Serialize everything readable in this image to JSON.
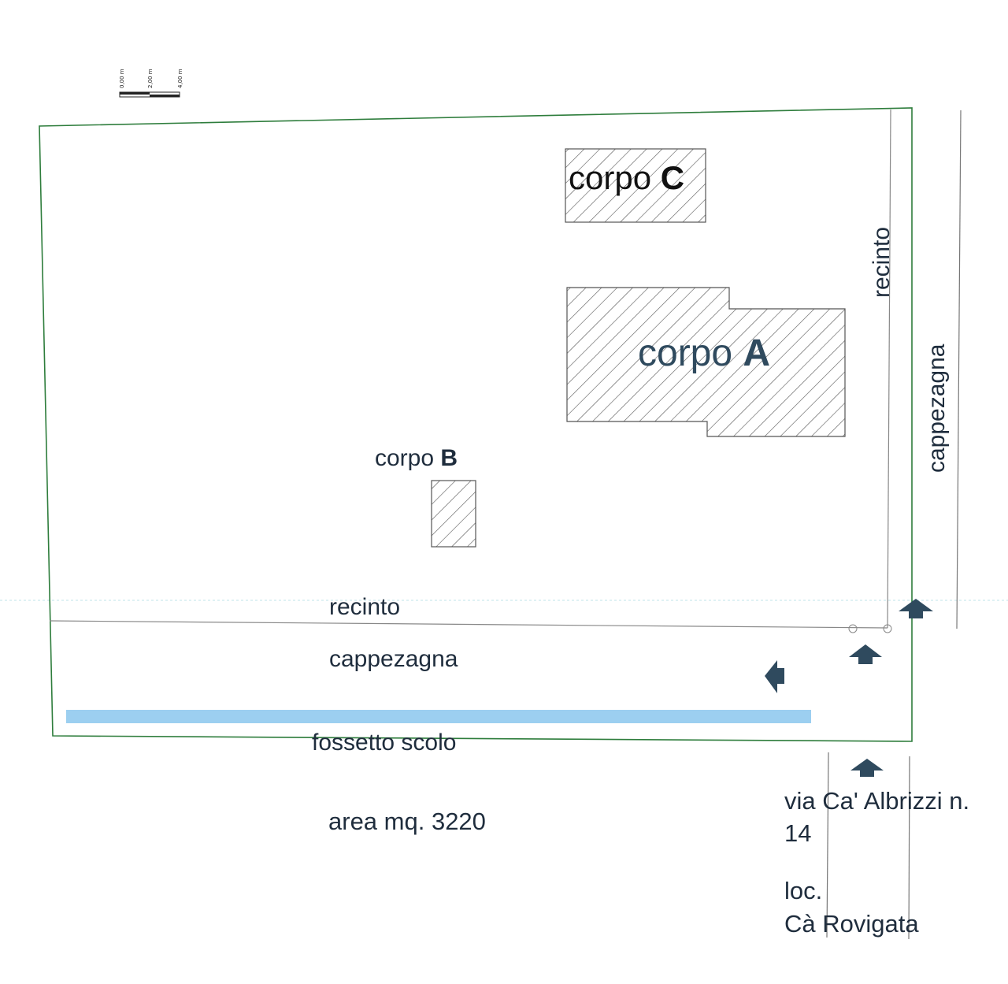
{
  "scale_bar": {
    "ticks": [
      "0,00 m",
      "2,00 m",
      "4,00 m"
    ]
  },
  "buildings": {
    "corpo_a": {
      "word": "corpo",
      "letter": "A"
    },
    "corpo_b": {
      "word": "corpo",
      "letter": "B"
    },
    "corpo_c": {
      "word": "corpo",
      "letter": "C"
    }
  },
  "labels": {
    "recinto_vertical": "recinto",
    "cappezagna_vertical": "cappezagna",
    "recinto_horizontal": "recinto",
    "cappezagna_horizontal": "cappezagna",
    "fossetto": "fossetto scolo",
    "area": "area mq. 3220",
    "address_line1": "via Ca' Albrizzi n.",
    "address_line2": "14",
    "locality_line1": "loc.",
    "locality_line2": "Cà Rovigata"
  },
  "colors": {
    "boundary": "#2e7d3c",
    "hatch": "#555555",
    "ditch": "#9ccff0",
    "arrow": "#2f4a5e",
    "text": "#1f2d3d"
  }
}
